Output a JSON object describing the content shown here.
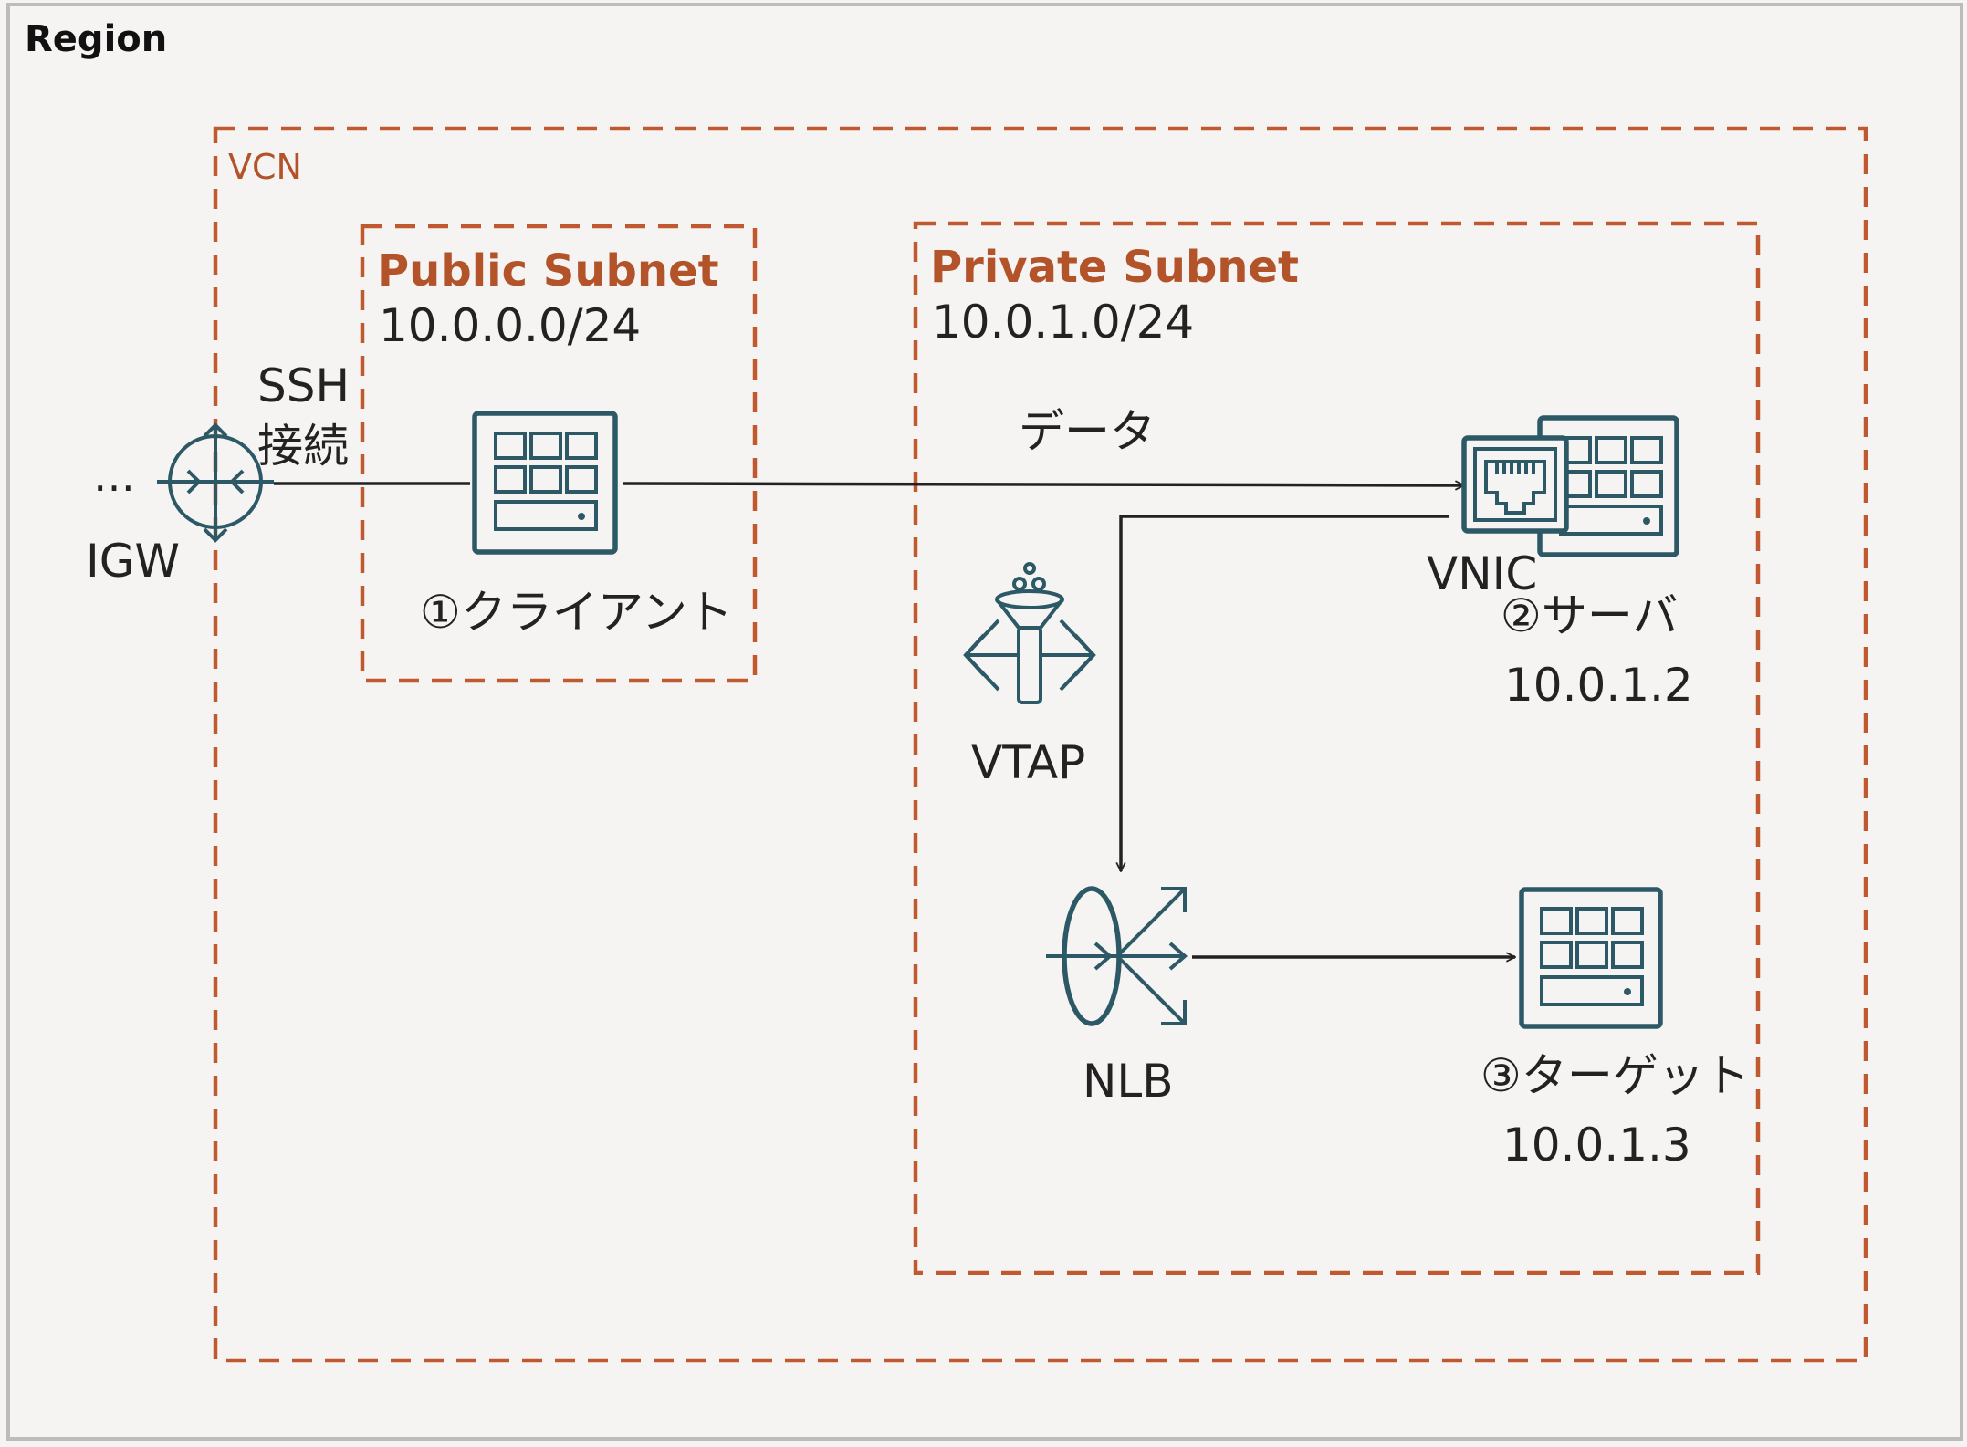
{
  "region": {
    "label": "Region"
  },
  "vcn": {
    "label": "VCN"
  },
  "public_subnet": {
    "name": "Public Subnet",
    "cidr": "10.0.0.0/24"
  },
  "private_subnet": {
    "name": "Private Subnet",
    "cidr": "10.0.1.0/24"
  },
  "igw": {
    "label": "IGW",
    "ellipsis": "…"
  },
  "ssh_label": {
    "line1": "SSH",
    "line2": "接続"
  },
  "data_label": "データ",
  "client": {
    "label": "①クライアント"
  },
  "server": {
    "vnic": "VNIC",
    "label": "②サーバ",
    "ip": "10.0.1.2"
  },
  "vtap": {
    "label": "VTAP"
  },
  "nlb": {
    "label": "NLB"
  },
  "target": {
    "label": "③ターゲット",
    "ip": "10.0.1.3"
  },
  "colors": {
    "container_dash": "#c0592f",
    "icon": "#2d5967",
    "subnet_text": "#b3532a"
  }
}
